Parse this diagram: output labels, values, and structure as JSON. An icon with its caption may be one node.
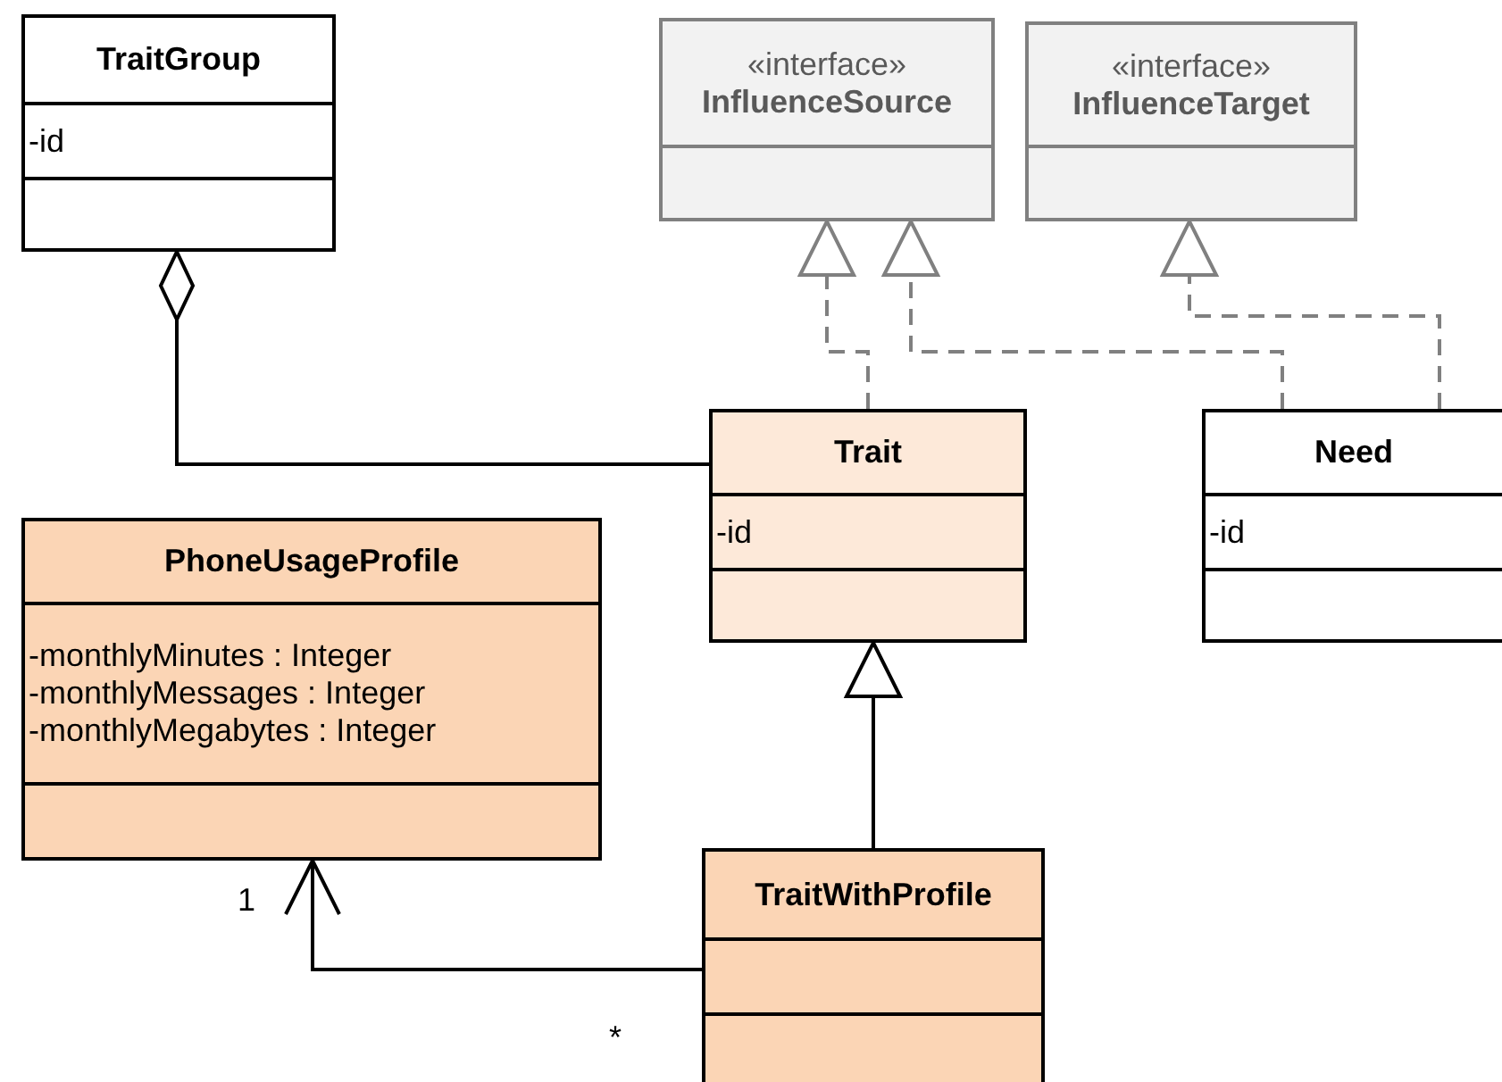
{
  "diagram": {
    "nodes": [
      {
        "text": [
          "TraitGroup",
          "-id"
        ]
      },
      {
        "text": [
          "«interface»",
          "InfluenceSource"
        ]
      },
      {
        "text": [
          "«interface»",
          "InfluenceTarget"
        ]
      },
      {
        "text": [
          "Trait",
          "-id"
        ]
      },
      {
        "text": [
          "Need",
          "-id"
        ]
      },
      {
        "text": [
          "PhoneUsageProfile",
          "-monthlyMinutes : Integer",
          "-monthlyMessages : Integer",
          "-monthlyMegabytes : Integer"
        ]
      },
      {
        "text": [
          "TraitWithProfile"
        ]
      }
    ],
    "edges": [
      {
        "from": 3,
        "to": 0,
        "arrow": "other"
      },
      {
        "from": 3,
        "to": 1,
        "arrow": "to",
        "style": "dashed",
        "color": "#808080"
      },
      {
        "from": 4,
        "to": 1,
        "arrow": "to",
        "style": "dashed",
        "color": "#808080"
      },
      {
        "from": 4,
        "to": 2,
        "arrow": "to",
        "style": "dashed",
        "color": "#808080"
      },
      {
        "from": 6,
        "to": 3,
        "arrow": "to"
      },
      {
        "from": 6,
        "to": 5,
        "arrow": "to"
      }
    ],
    "labels": [
      "1",
      "*"
    ]
  }
}
